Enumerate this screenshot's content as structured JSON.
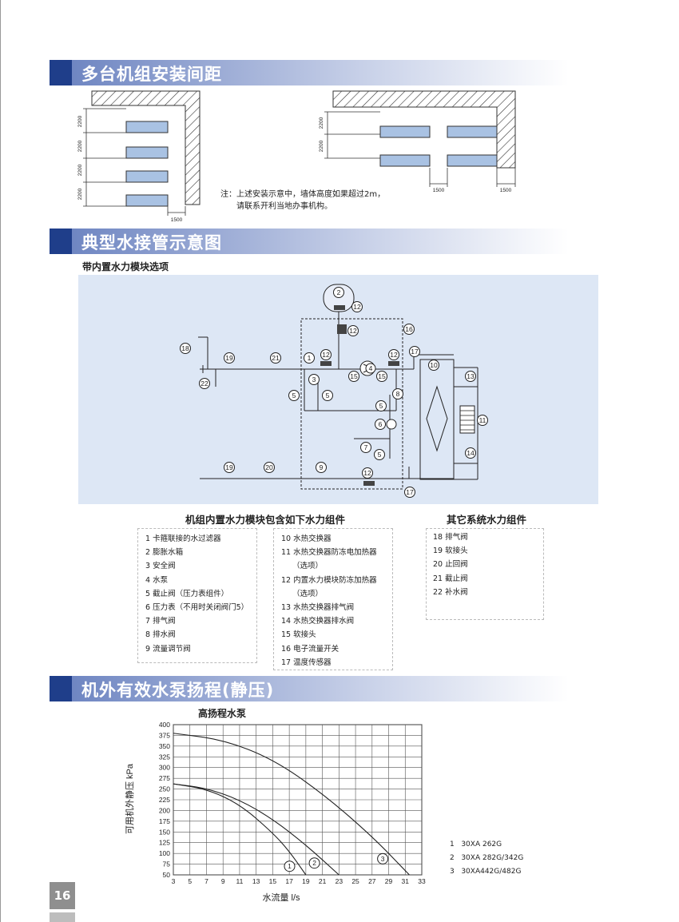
{
  "sections": {
    "spacing_title": "多台机组安装间距",
    "piping_title": "典型水接管示意图",
    "pump_title": "机外有效水泵扬程(静压)"
  },
  "spacing": {
    "dim_2200": "2200",
    "dim_1500": "1500",
    "note_line1": "注：上述安装示意中，墙体高度如果超过2m，",
    "note_line2": "请联系开利当地办事机构。"
  },
  "piping": {
    "subtitle": "带内置水力模块选项",
    "numbers": [
      "1",
      "2",
      "3",
      "4",
      "5",
      "6",
      "7",
      "8",
      "9",
      "10",
      "11",
      "12",
      "13",
      "14",
      "15",
      "16",
      "17",
      "18",
      "19",
      "20",
      "21",
      "22"
    ]
  },
  "components": {
    "builtin_title": "机组内置水力模块包含如下水力组件",
    "other_title": "其它系统水力组件",
    "col1": [
      "1 卡箍联接的水过滤器",
      "2 膨胀水箱",
      "3 安全阀",
      "4 水泵",
      "5 截止阀（压力表组件）",
      "6 压力表（不用时关闭阀门5）",
      "7 排气阀",
      "8 排水阀",
      "9 流量调节阀"
    ],
    "col2": [
      "10 水热交换器",
      "11 水热交换器防冻电加热器",
      "（选项）",
      "12 内置水力模块防冻加热器",
      "（选项）",
      "13 水热交换器排气阀",
      "14 水热交换器排水阀",
      "15 软接头",
      "16 电子流量开关",
      "17 温度传感器"
    ],
    "col3": [
      "18 排气阀",
      "19 软接头",
      "20 止回阀",
      "21 截止阀",
      "22 补水阀"
    ]
  },
  "chart_data": {
    "type": "line",
    "title": "高扬程水泵",
    "xlabel": "水流量  l/s",
    "ylabel": "可用机外静压  kPa",
    "xlim": [
      3,
      33
    ],
    "ylim": [
      50,
      400
    ],
    "x_ticks": [
      "3",
      "5",
      "7",
      "9",
      "11",
      "13",
      "15",
      "17",
      "19",
      "21",
      "23",
      "25",
      "27",
      "29",
      "31",
      "33"
    ],
    "y_ticks": [
      "50",
      "75",
      "100",
      "125",
      "150",
      "175",
      "200",
      "225",
      "250",
      "275",
      "300",
      "325",
      "350",
      "375",
      "400"
    ],
    "series": [
      {
        "name": "30XA 262G",
        "label": "1",
        "x": [
          3,
          7,
          11,
          15,
          17,
          19
        ],
        "y": [
          262,
          250,
          215,
          148,
          105,
          50
        ]
      },
      {
        "name": "30XA 282G/342G",
        "label": "2",
        "x": [
          3,
          7,
          11,
          15,
          19,
          23
        ],
        "y": [
          262,
          252,
          225,
          180,
          120,
          50
        ]
      },
      {
        "name": "30XA442G/482G",
        "label": "3",
        "x": [
          3,
          9,
          15,
          21,
          27,
          31.5
        ],
        "y": [
          380,
          365,
          320,
          240,
          140,
          50
        ]
      }
    ],
    "grid": true,
    "legend_position": "right"
  },
  "legend": {
    "items": [
      {
        "num": "1",
        "name": "30XA 262G"
      },
      {
        "num": "2",
        "name": "30XA 282G/342G"
      },
      {
        "num": "3",
        "name": "30XA442G/482G"
      }
    ]
  },
  "page": {
    "number": "16"
  }
}
